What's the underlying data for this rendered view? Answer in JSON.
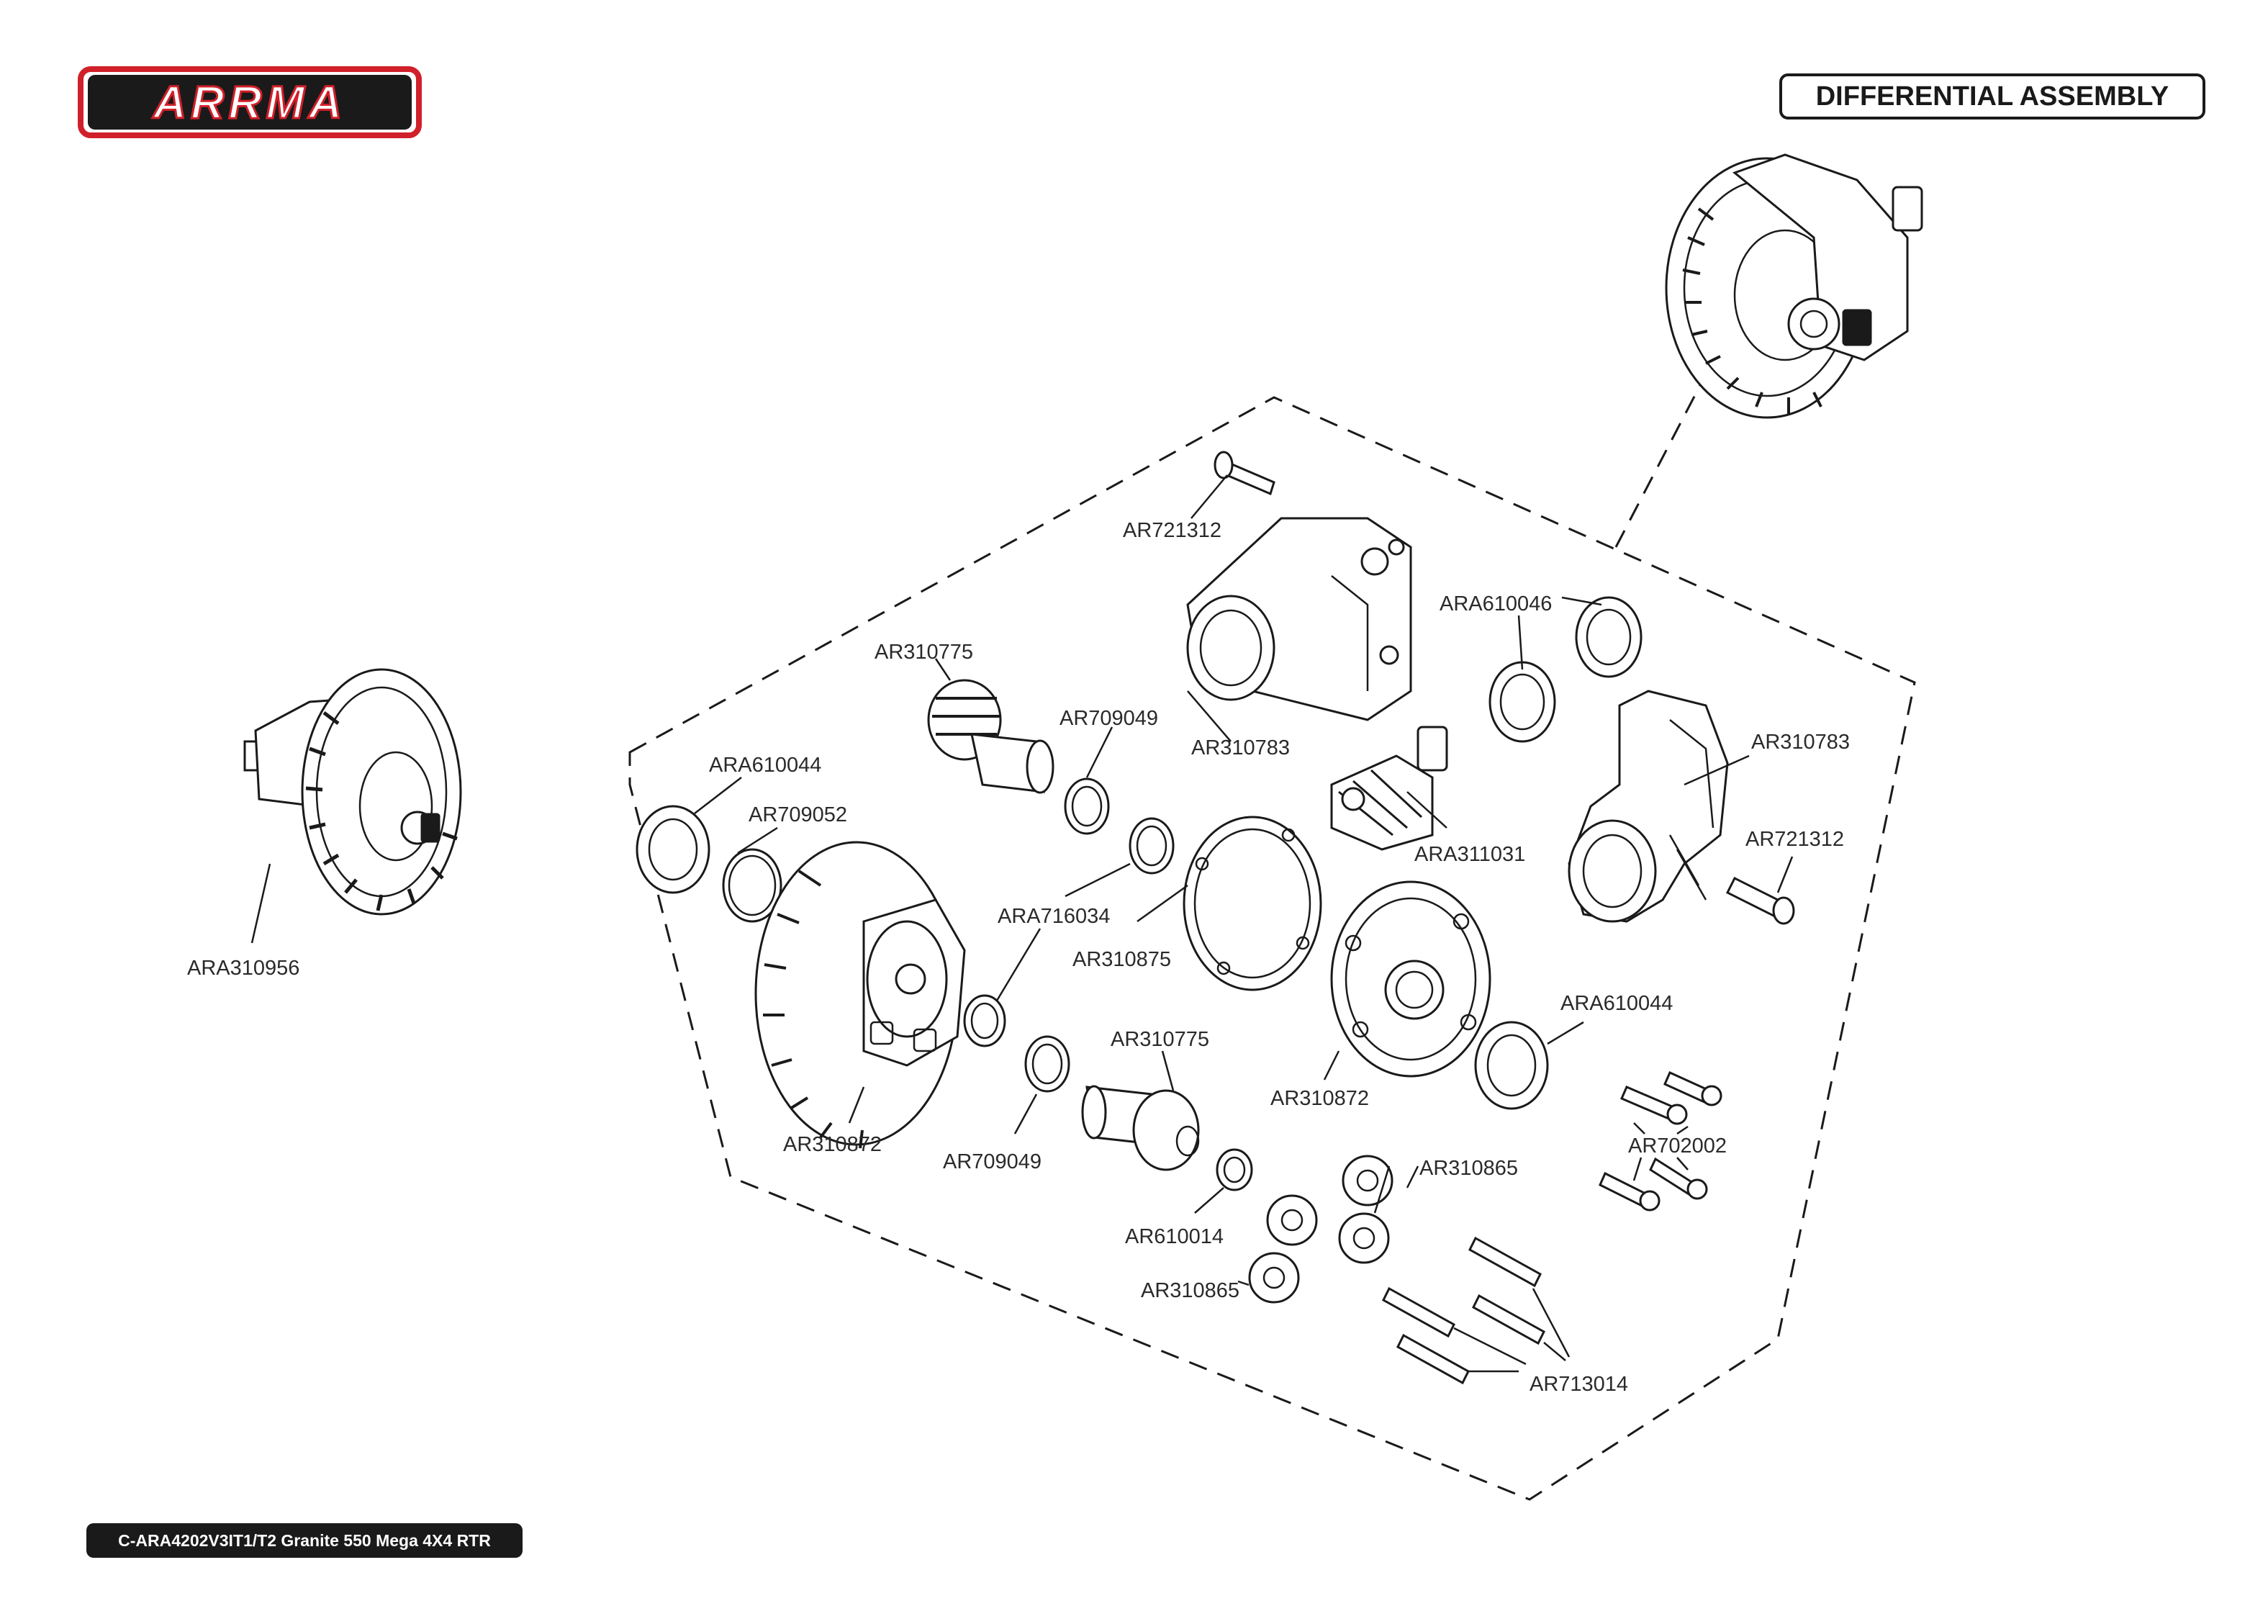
{
  "brand": {
    "logo_text": "ARRMA"
  },
  "header": {
    "title": "DIFFERENTIAL ASSEMBLY"
  },
  "footer": {
    "model": "C-ARA4202V3IT1/T2 Granite 550 Mega 4X4 RTR"
  },
  "parts": [
    "AR721312",
    "ARA610046",
    "AR310783",
    "AR310775",
    "AR709049",
    "ARA610044",
    "AR709052",
    "ARA311031",
    "AR310783",
    "AR721312",
    "ARA716034",
    "AR310875",
    "ARA310956",
    "ARA610044",
    "AR310872",
    "AR310775",
    "AR310872",
    "AR709049",
    "AR702002",
    "AR310865",
    "AR610014",
    "AR310865",
    "AR713014"
  ]
}
